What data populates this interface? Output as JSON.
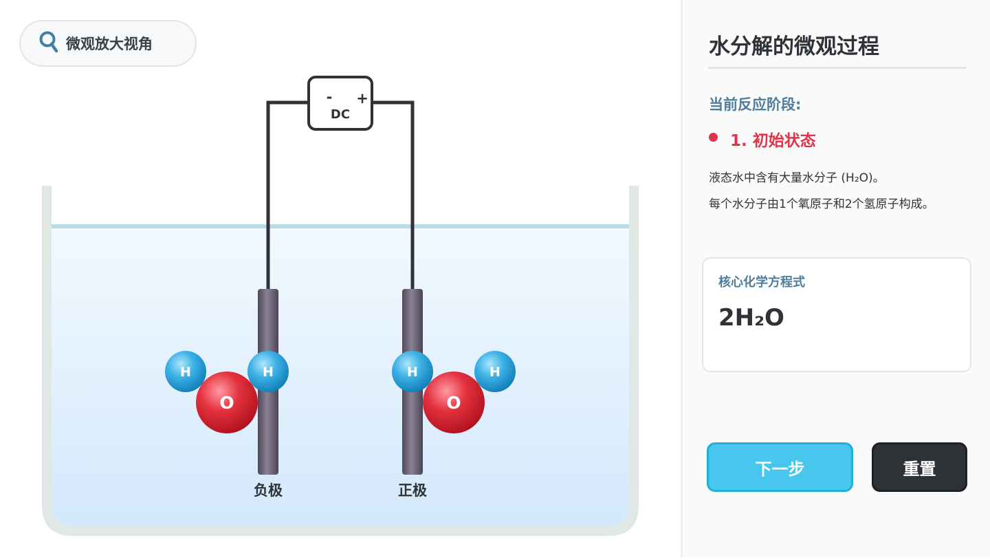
{
  "zoom": {
    "label": "微观放大视角",
    "icon": "magnifier-icon"
  },
  "diagram": {
    "power_supply": {
      "minus": "-",
      "plus": "+",
      "label": "DC"
    },
    "electrodes": {
      "cathode": "负极",
      "anode": "正极"
    },
    "atoms": {
      "hydrogen": "H",
      "oxygen": "O"
    }
  },
  "panel": {
    "title": "水分解的微观过程",
    "stage_label": "当前反应阶段:",
    "stage_name": "1. 初始状态",
    "description_1": "液态水中含有大量水分子 (H₂O)。",
    "description_2": "每个水分子由1个氧原子和2个氢原子构成。",
    "equation_label": "核心化学方程式",
    "equation": "2H₂O"
  },
  "buttons": {
    "next": "下一步",
    "reset": "重置"
  },
  "colors": {
    "accent": "#49c6ee",
    "stage": "#e0344a",
    "label": "#4e7d9b",
    "dark": "#2e3237"
  }
}
